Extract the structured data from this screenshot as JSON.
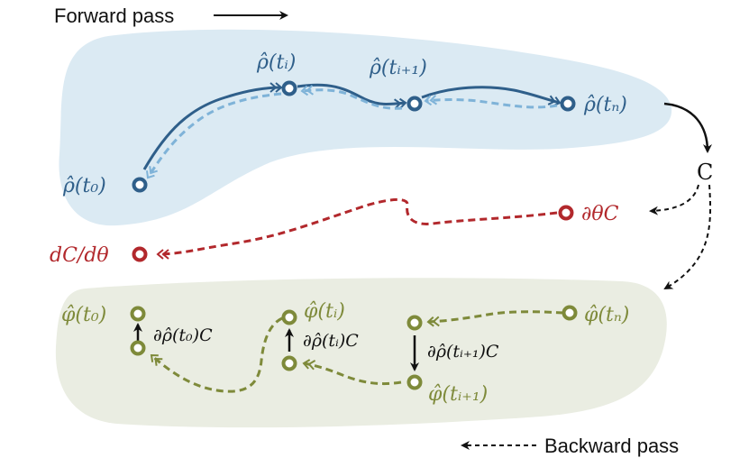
{
  "legend": {
    "forward_label": "Forward pass",
    "backward_label": "Backward pass"
  },
  "forward_states": {
    "t0": "ρ̂(t₀)",
    "ti": "ρ̂(tᵢ)",
    "ti1": "ρ̂(tᵢ₊₁)",
    "tn": "ρ̂(tₙ)"
  },
  "cost": {
    "label": "C",
    "dtheta_c": "∂θC",
    "dc_dtheta": "dC/dθ"
  },
  "backward_states": {
    "t0": "φ̂(t₀)",
    "ti": "φ̂(tᵢ)",
    "ti1": "φ̂(tᵢ₊₁)",
    "tn": "φ̂(tₙ)"
  },
  "partials": {
    "t0": "∂ρ̂(t₀)C",
    "ti": "∂ρ̂(tᵢ)C",
    "ti1": "∂ρ̂(tᵢ₊₁)C"
  },
  "colors": {
    "forward_region": "#dbeaf3",
    "backward_region": "#eaede2",
    "forward": "#2f5f8a",
    "forward_light": "#7fb3d8",
    "gradient": "#b2282c",
    "backward": "#7e8a3a",
    "black": "#111111"
  }
}
